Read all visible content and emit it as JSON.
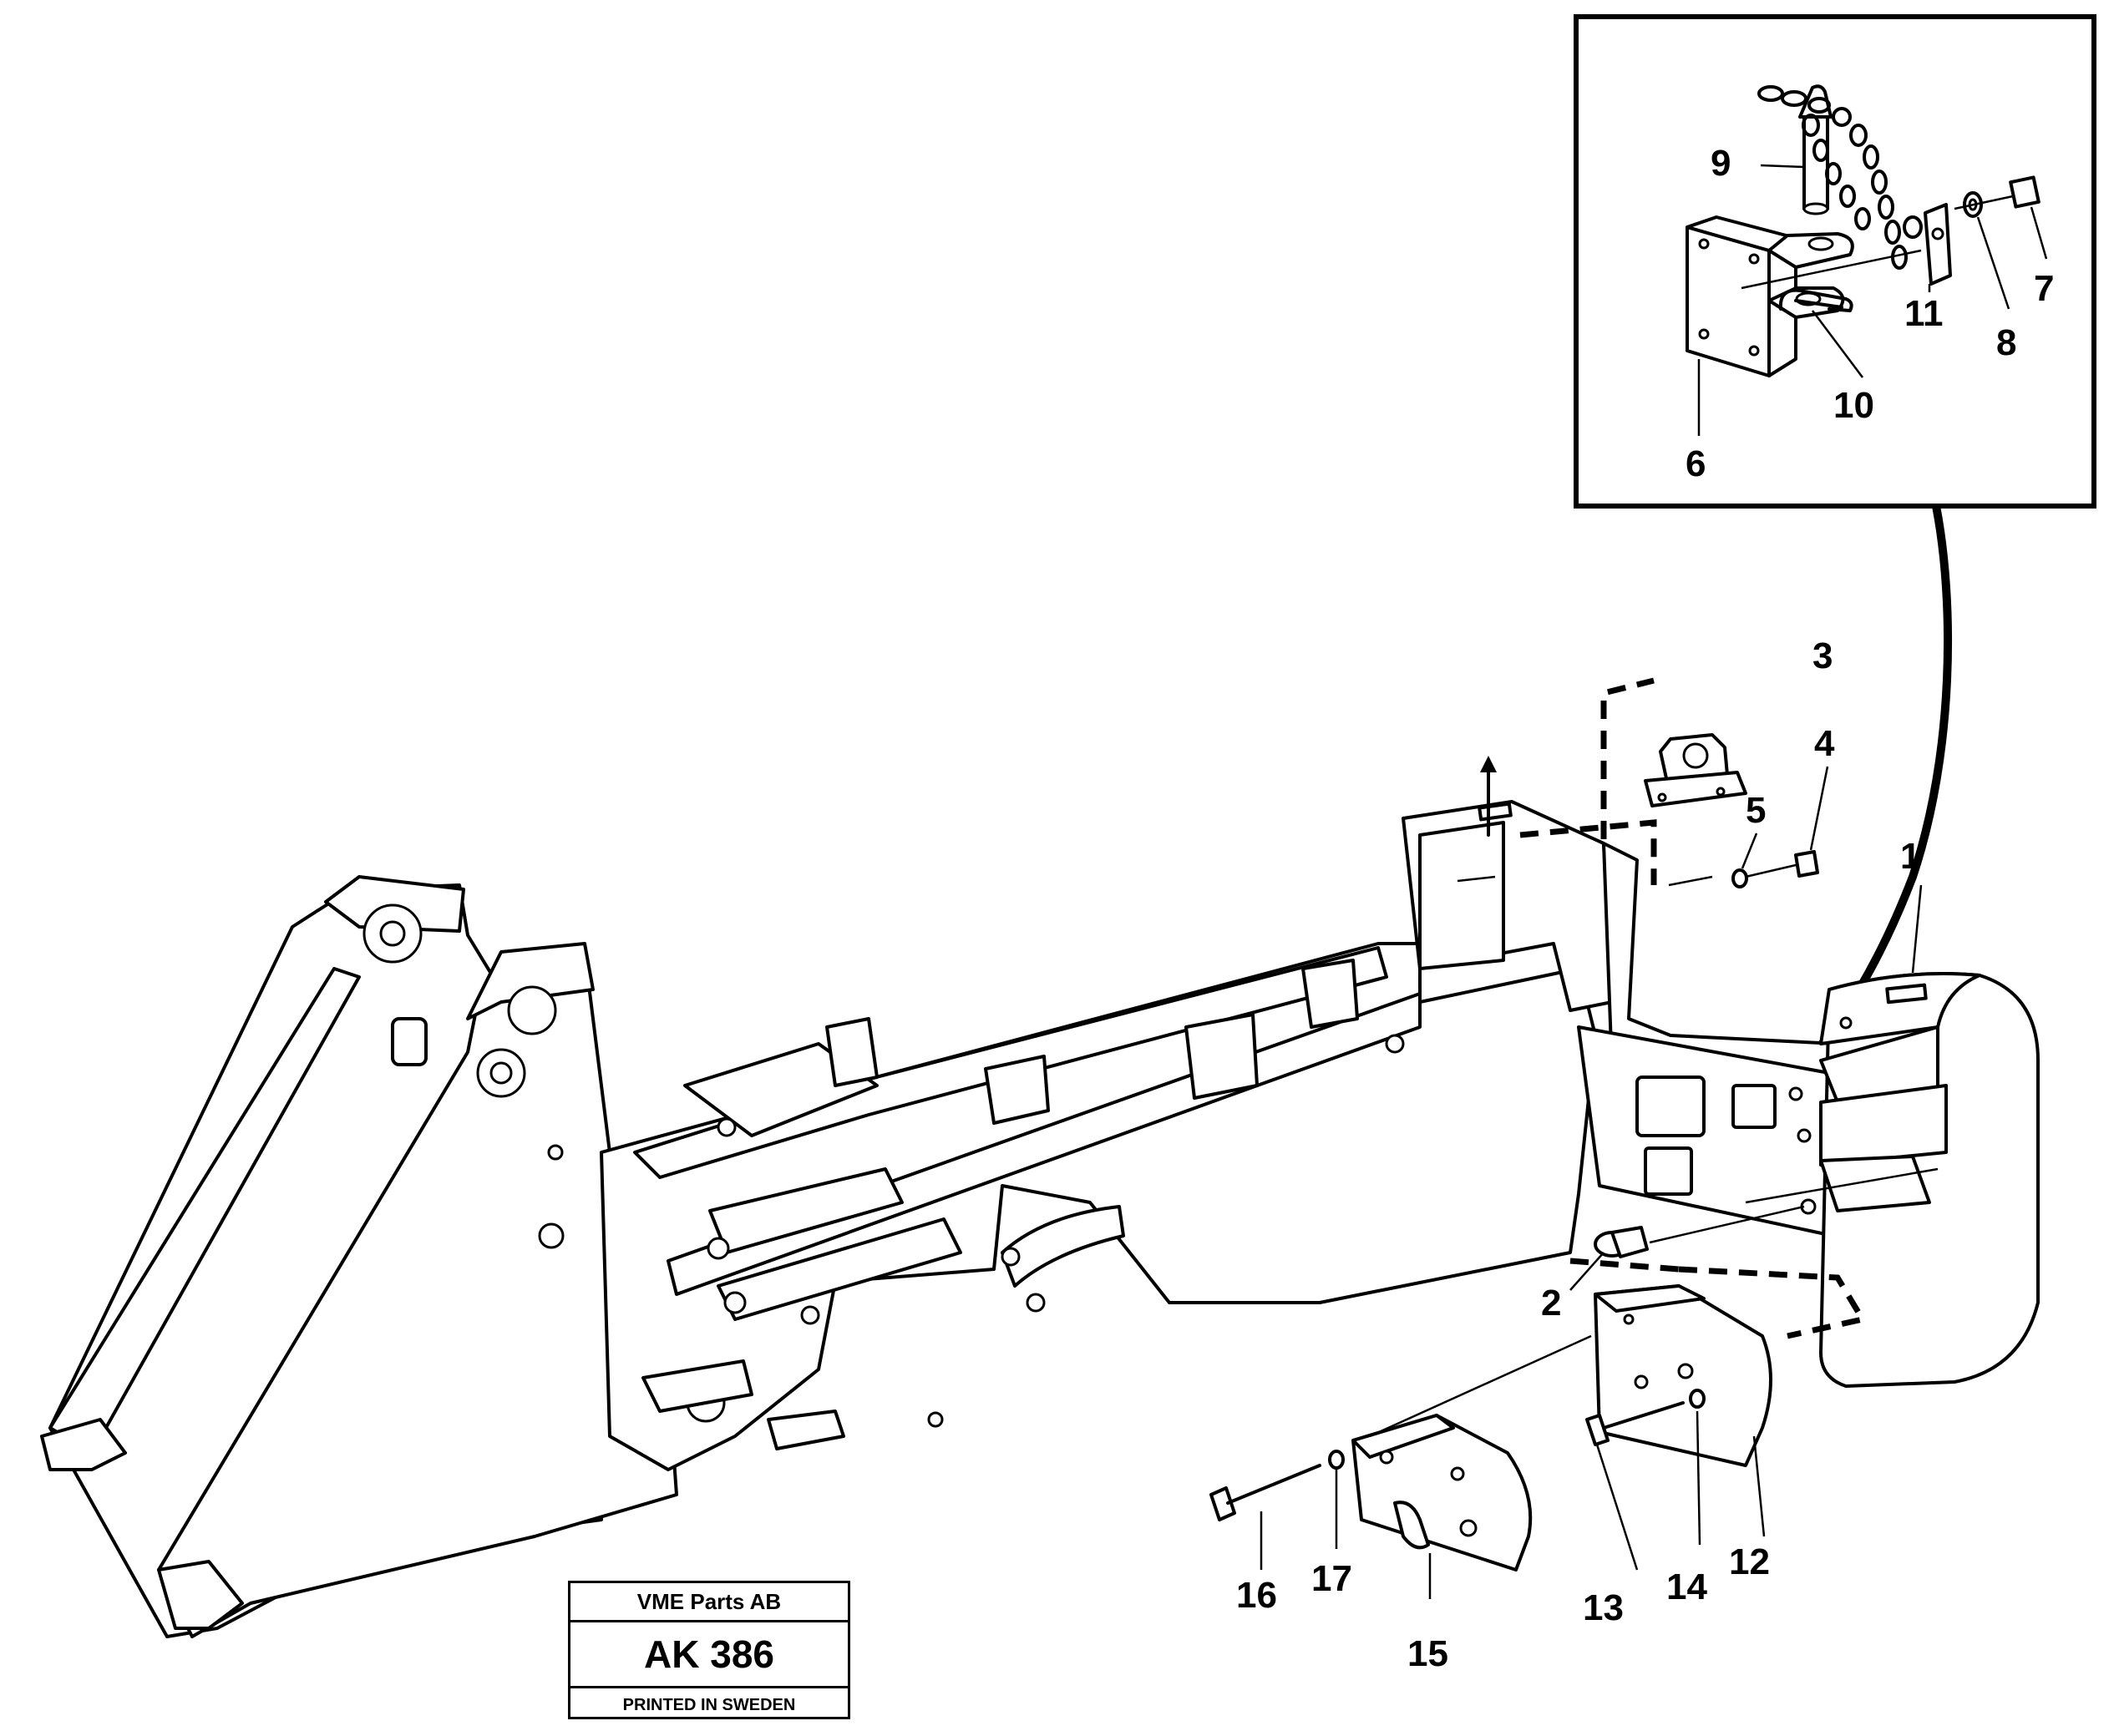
{
  "callouts": {
    "c1": "1",
    "c2": "2",
    "c3": "3",
    "c4": "4",
    "c5": "5",
    "c6": "6",
    "c7": "7",
    "c8": "8",
    "c9": "9",
    "c10": "10",
    "c11": "11",
    "c12": "12",
    "c13": "13",
    "c14": "14",
    "c15": "15",
    "c16": "16",
    "c17": "17"
  },
  "stamp": {
    "company": "VME Parts AB",
    "code": "AK 386",
    "printed": "PRINTED IN SWEDEN"
  }
}
